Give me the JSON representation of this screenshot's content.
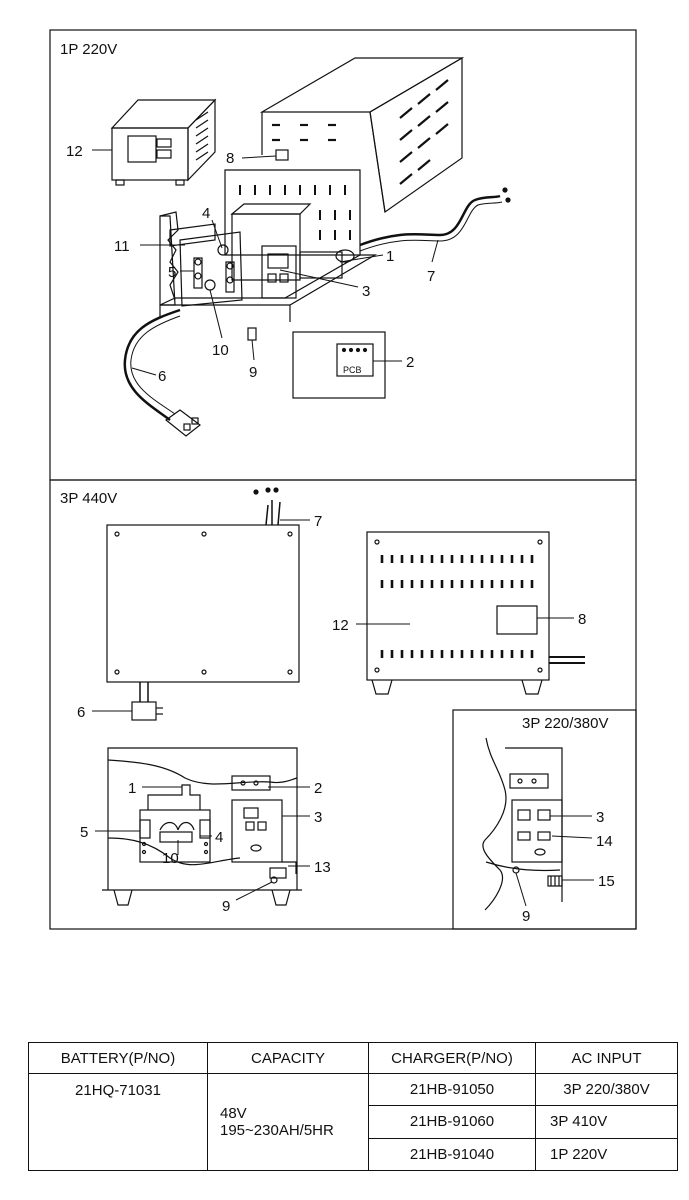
{
  "sections": {
    "top": {
      "title": "1P 220V"
    },
    "middle": {
      "title": "3P 440V"
    },
    "inset": {
      "title": "3P 220/380V"
    }
  },
  "callouts": {
    "top": {
      "n1": "1",
      "n2": "2",
      "n3": "3",
      "n4": "4",
      "n5": "5",
      "n6": "6",
      "n7": "7",
      "n8": "8",
      "n9": "9",
      "n10": "10",
      "n11": "11",
      "n12": "12"
    },
    "middle": {
      "n1": "1",
      "n2": "2",
      "n3": "3",
      "n4": "4",
      "n5": "5",
      "n6": "6",
      "n7": "7",
      "n8": "8",
      "n9": "9",
      "n10": "10",
      "n12": "12",
      "n13": "13"
    },
    "inset": {
      "n3": "3",
      "n9": "9",
      "n14": "14",
      "n15": "15"
    }
  },
  "pcb_label": "PCB",
  "table": {
    "headers": [
      "BATTERY(P/NO)",
      "CAPACITY",
      "CHARGER(P/NO)",
      "AC INPUT"
    ],
    "battery": "21HQ-71031",
    "capacity_line1": "48V",
    "capacity_line2": "195~230AH/5HR",
    "rows": [
      {
        "charger": "21HB-91050",
        "ac_input": "3P 220/380V"
      },
      {
        "charger": "21HB-91060",
        "ac_input": "3P 410V"
      },
      {
        "charger": "21HB-91040",
        "ac_input": "1P 220V"
      }
    ]
  }
}
